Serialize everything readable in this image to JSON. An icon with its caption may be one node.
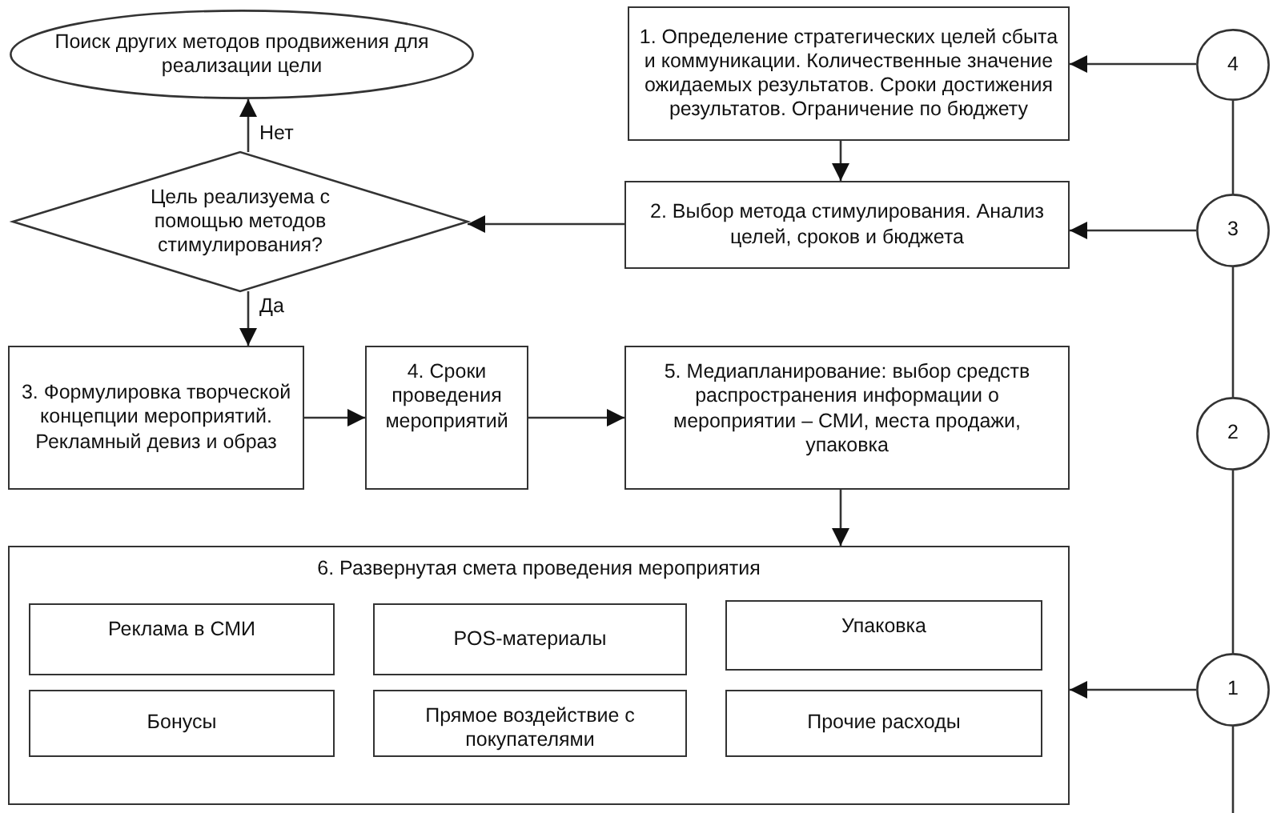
{
  "diagram": {
    "nodes": [
      {
        "text": [
          "Поиск других методов продвижения для реализации цели"
        ]
      },
      {
        "text": [
          "1. Определение стратегических целей сбыта и коммуникации. Количественные значение ожидаемых результатов. Сроки достижения результатов. Ограничение по бюджету"
        ]
      },
      {
        "text": [
          "Цель реализуема с помощью методов стимулирования?"
        ]
      },
      {
        "text": [
          "2. Выбор метода стимулирования. Анализ целей, сроков и бюджета"
        ]
      },
      {
        "text": [
          "3. Формулировка творческой концепции мероприятий. Рекламный девиз и образ"
        ]
      },
      {
        "text": [
          "4. Сроки проведения мероприятий"
        ]
      },
      {
        "text": [
          "5. Медиапланирование: выбор средств распространения информации о мероприятии – СМИ, места продажи, упаковка"
        ]
      },
      {
        "text": [
          "6. Развернутая смета проведения мероприятия"
        ]
      },
      {
        "text": [
          "Реклама в СМИ"
        ],
        "in": 7
      },
      {
        "text": [
          "POS-материалы"
        ],
        "in": 7
      },
      {
        "text": [
          "Упаковка"
        ],
        "in": 7
      },
      {
        "text": [
          "Бонусы"
        ],
        "in": 7
      },
      {
        "text": [
          "Прямое воздействие с покупателями"
        ],
        "in": 7
      },
      {
        "text": [
          "Прочие расходы"
        ],
        "in": 7
      },
      {
        "text": [
          "4"
        ]
      },
      {
        "text": [
          "3"
        ]
      },
      {
        "text": [
          "2"
        ]
      },
      {
        "text": [
          "1"
        ]
      }
    ],
    "edges": [
      {
        "from": 1,
        "to": 3,
        "arrow": "to"
      },
      {
        "from": 3,
        "to": 2,
        "arrow": "to"
      },
      {
        "from": 2,
        "to": 0,
        "arrow": "to",
        "label": "Нет"
      },
      {
        "from": 2,
        "to": 4,
        "arrow": "to",
        "label": "Да"
      },
      {
        "from": 4,
        "to": 5,
        "arrow": "to"
      },
      {
        "from": 5,
        "to": 6,
        "arrow": "to"
      },
      {
        "from": 6,
        "to": 7,
        "arrow": "to"
      },
      {
        "from": 14,
        "to": 1,
        "arrow": "to"
      },
      {
        "from": 15,
        "to": 3,
        "arrow": "to"
      },
      {
        "from": 17,
        "to": 7,
        "arrow": "to"
      },
      {
        "from": 14,
        "to": 15,
        "arrow": "none"
      },
      {
        "from": 15,
        "to": 16,
        "arrow": "none"
      },
      {
        "from": 16,
        "to": 17,
        "arrow": "none"
      },
      {
        "from": 17,
        "to": null,
        "arrow": "none"
      }
    ]
  }
}
